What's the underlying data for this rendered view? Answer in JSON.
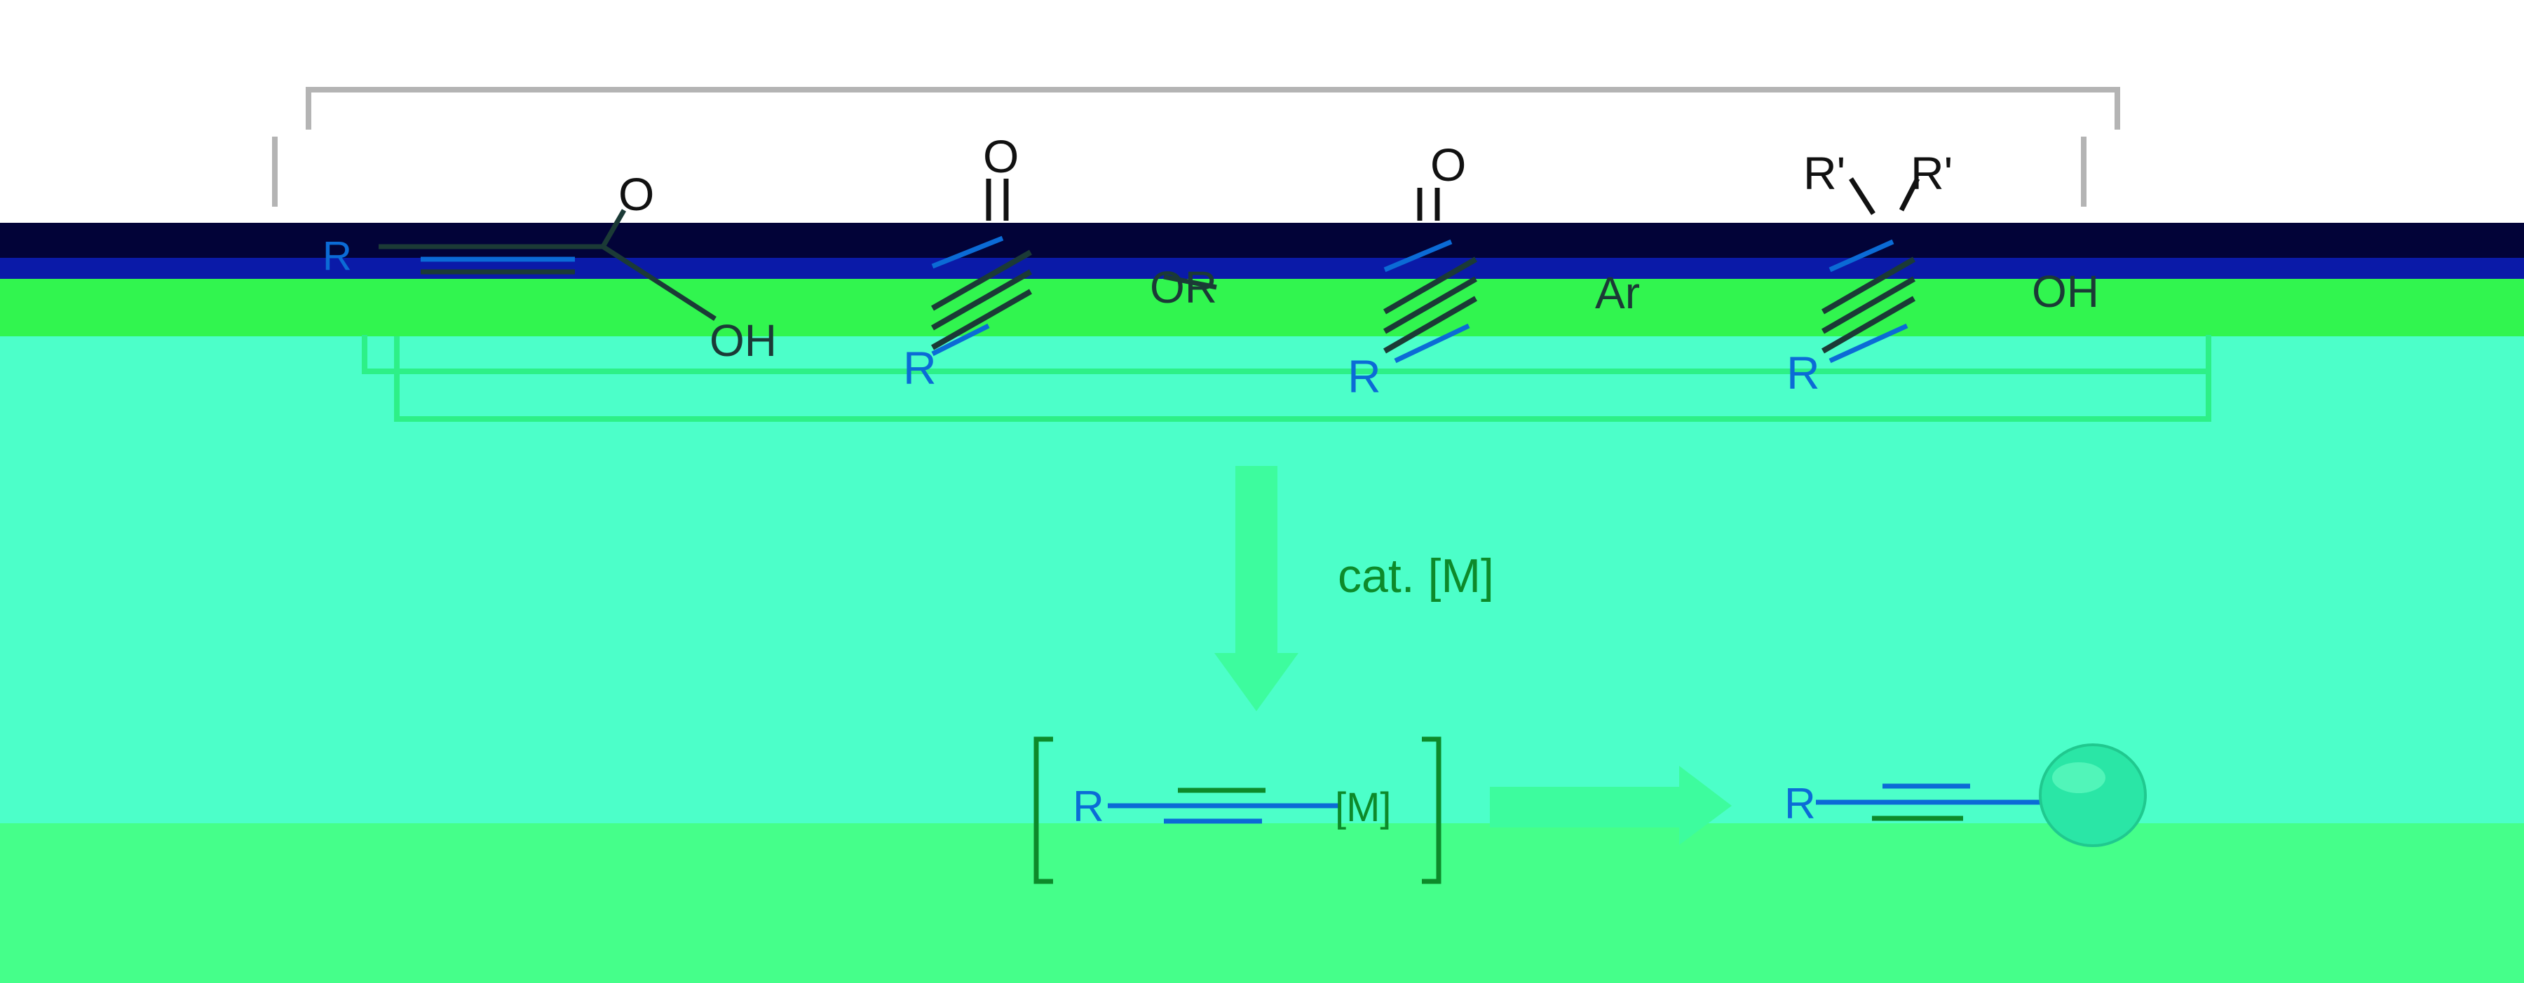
{
  "diagram": {
    "substrates": [
      {
        "id": "propiolic-acid",
        "r_label": "R",
        "groups": [
          "O",
          "OH"
        ]
      },
      {
        "id": "ynone-ester",
        "r_label": "R",
        "groups": [
          "O",
          "OR"
        ]
      },
      {
        "id": "ynone-aryl",
        "r_label": "R",
        "groups": [
          "O",
          "Ar"
        ]
      },
      {
        "id": "propargyl-alcohol",
        "r_label": "R",
        "groups": [
          "R'",
          "R'",
          "OH"
        ]
      }
    ],
    "reaction": {
      "conditions": "cat. [M]"
    },
    "intermediate": {
      "r_label": "R",
      "metal_label": "[M]"
    },
    "product": {
      "r_label": "R"
    }
  },
  "colors": {
    "band_navy": "#020338",
    "band_blue": "#0a1aa8",
    "band_green": "#31f54f",
    "band_teal": "#4cffc9",
    "band_bottom": "#45ff8a",
    "bond_dark": "#1b3a36",
    "r_blue": "#0b6bd6",
    "arrow_green": "#3dfc9e",
    "text_green": "#0d8a2a",
    "bracket_grey": "#b4b4b4",
    "bracket_green": "#2df087",
    "sphere": "#2ae6a6"
  }
}
